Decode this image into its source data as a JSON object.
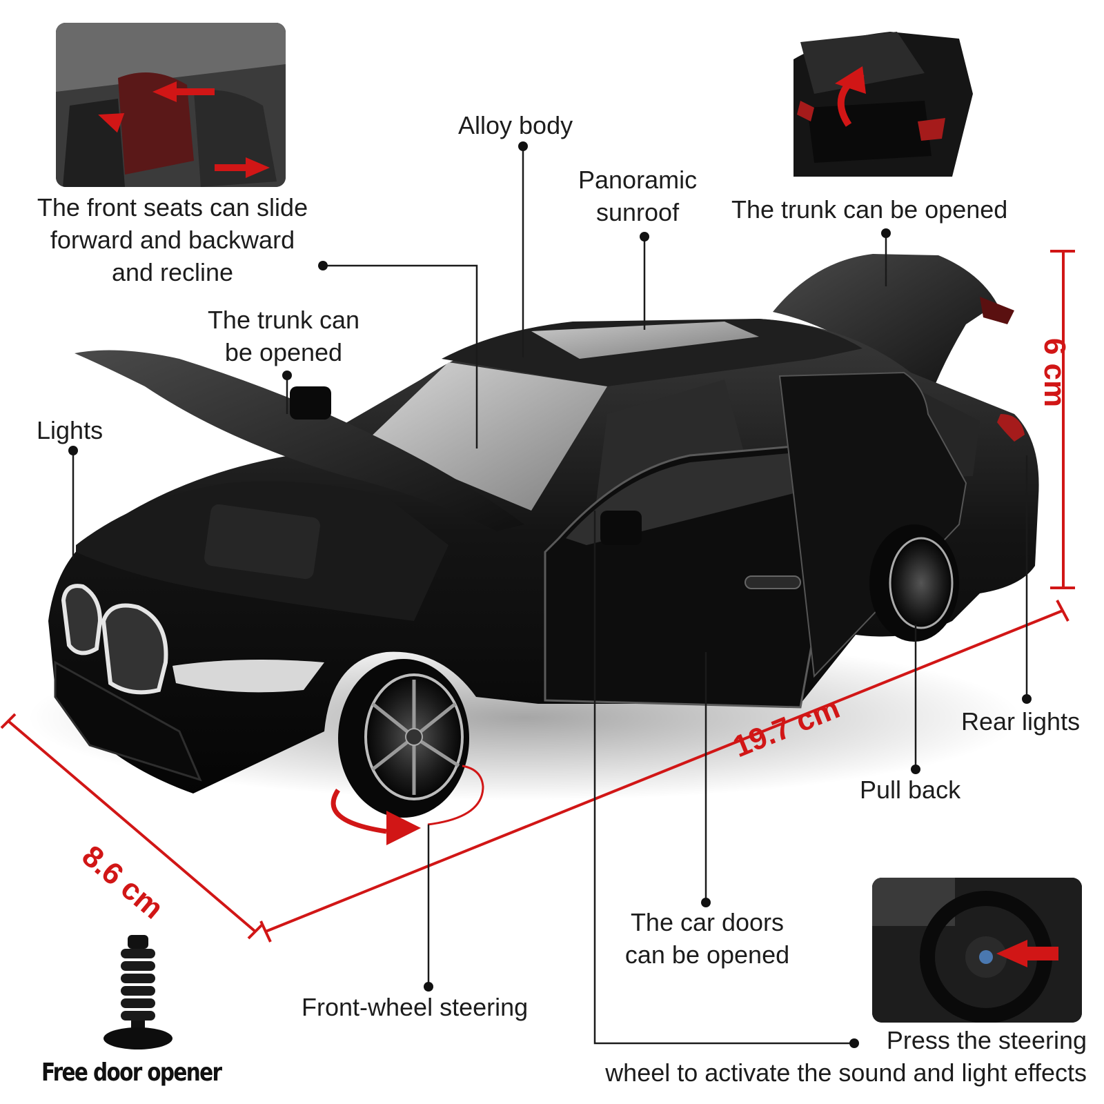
{
  "labels": {
    "alloy_body": "Alloy body",
    "sunroof_line1": "Panoramic",
    "sunroof_line2": "sunroof",
    "trunk_top": "The trunk can be opened",
    "seats_line1": "The front seats can slide",
    "seats_line2": "forward and backward",
    "seats_line3": "and recline",
    "hood_line1": "The trunk can",
    "hood_line2": "be opened",
    "lights": "Lights",
    "rear_lights": "Rear lights",
    "pull_back": "Pull back",
    "doors_line1": "The car doors",
    "doors_line2": "can be opened",
    "front_wheel": "Front-wheel steering",
    "steering_line1": "Press the steering",
    "steering_line2": "wheel to activate the sound and light effects",
    "free_opener": "Free door opener"
  },
  "dimensions": {
    "height": "6 cm",
    "length": "19.7 cm",
    "width": "8.6 cm"
  },
  "colors": {
    "dimension_red": "#d11616",
    "car_body": "#111111",
    "callout_line": "#1a1a1a"
  },
  "icons": [
    "seat-arrow-icon",
    "trunk-arrow-icon",
    "steering-arrow-icon",
    "wheel-rotation-arrow-icon",
    "door-opener-icon"
  ]
}
